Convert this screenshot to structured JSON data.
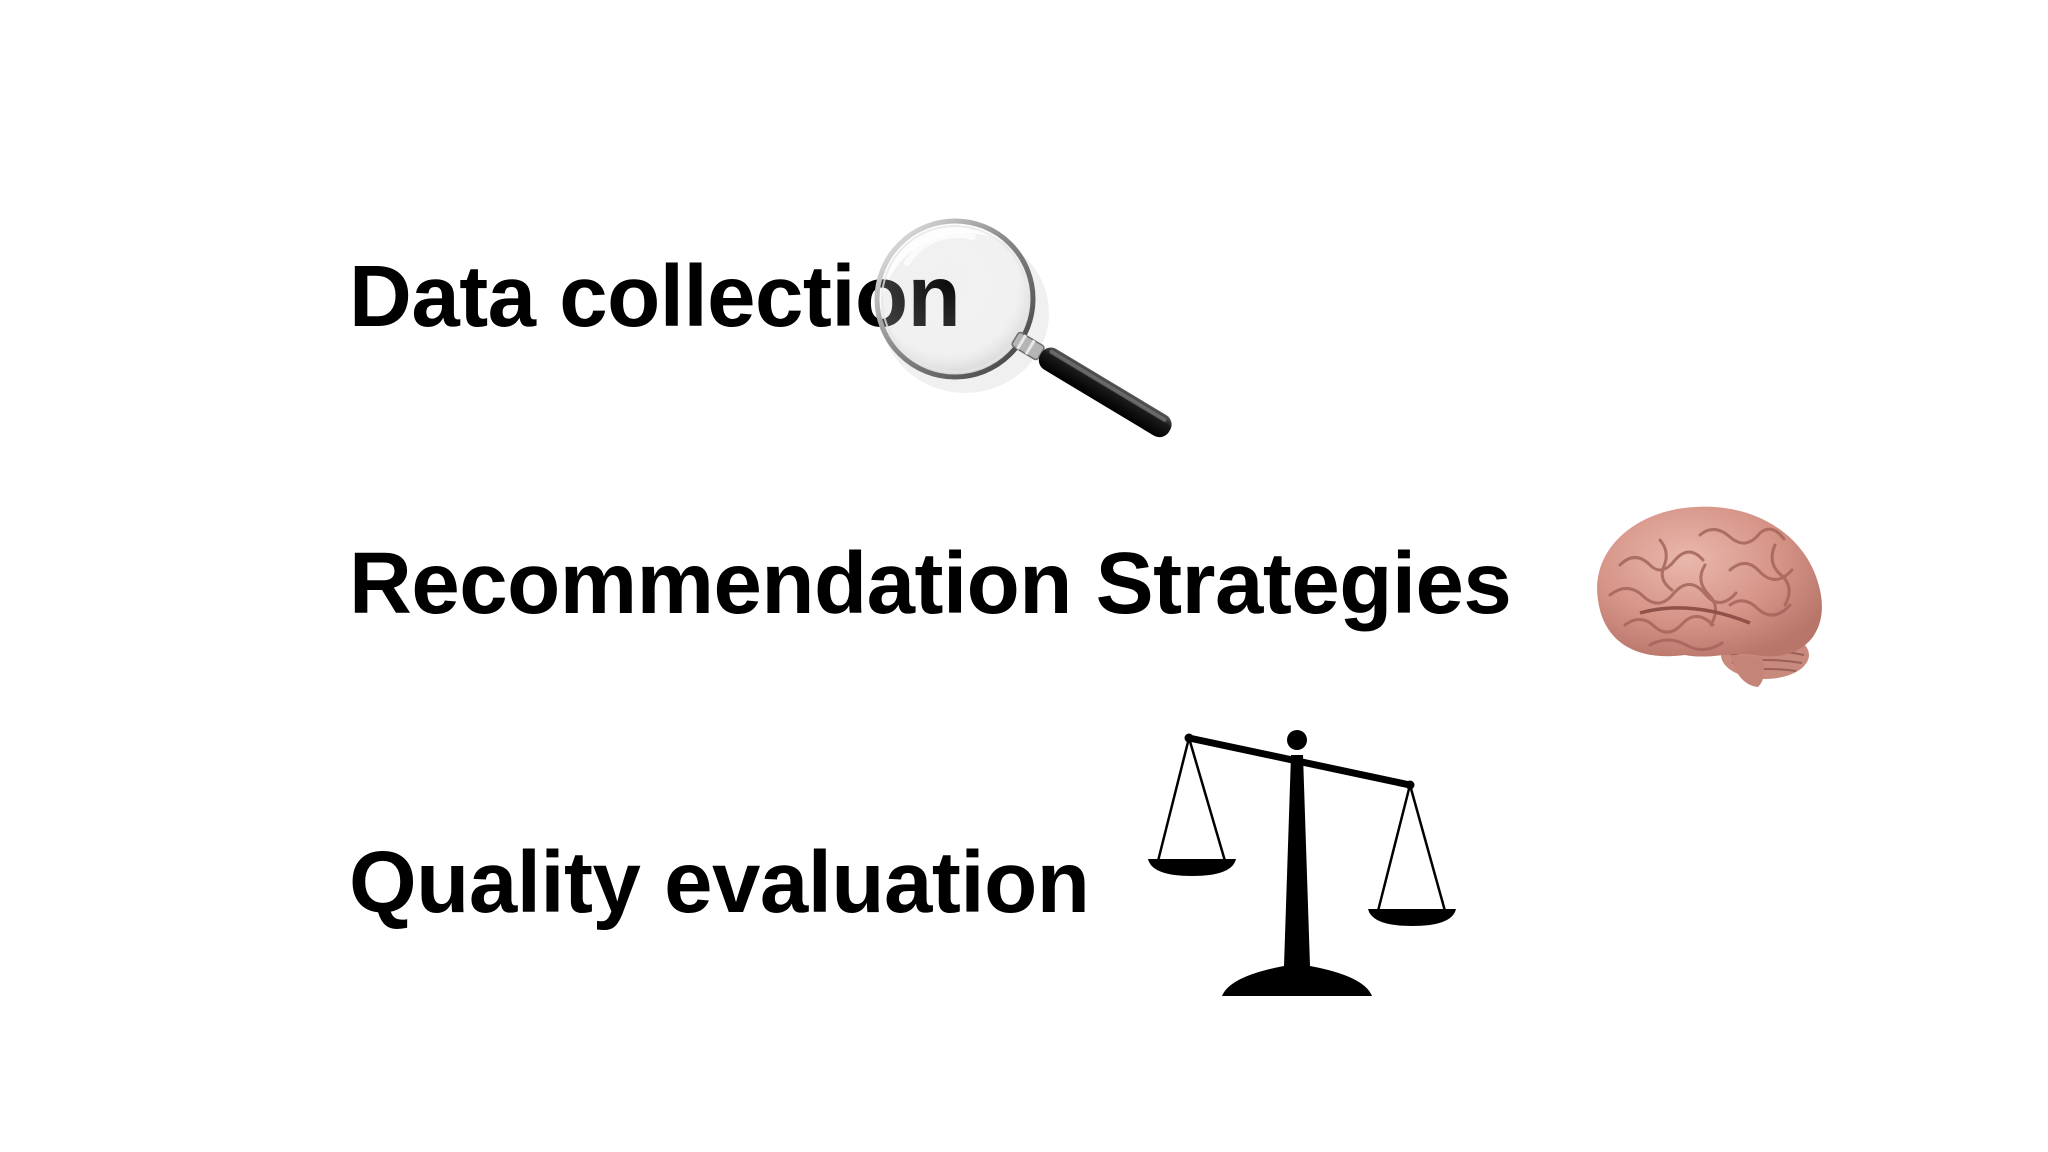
{
  "slide": {
    "items": [
      {
        "label": "Data collection",
        "icon": "magnifying-glass-icon"
      },
      {
        "label": "Recommendation Strategies",
        "icon": "brain-icon"
      },
      {
        "label": "Quality evaluation",
        "icon": "balance-scale-icon"
      }
    ]
  },
  "colors": {
    "background": "#ffffff",
    "text": "#000000",
    "brain": "#d79a8f",
    "magnifier_handle": "#111111"
  }
}
